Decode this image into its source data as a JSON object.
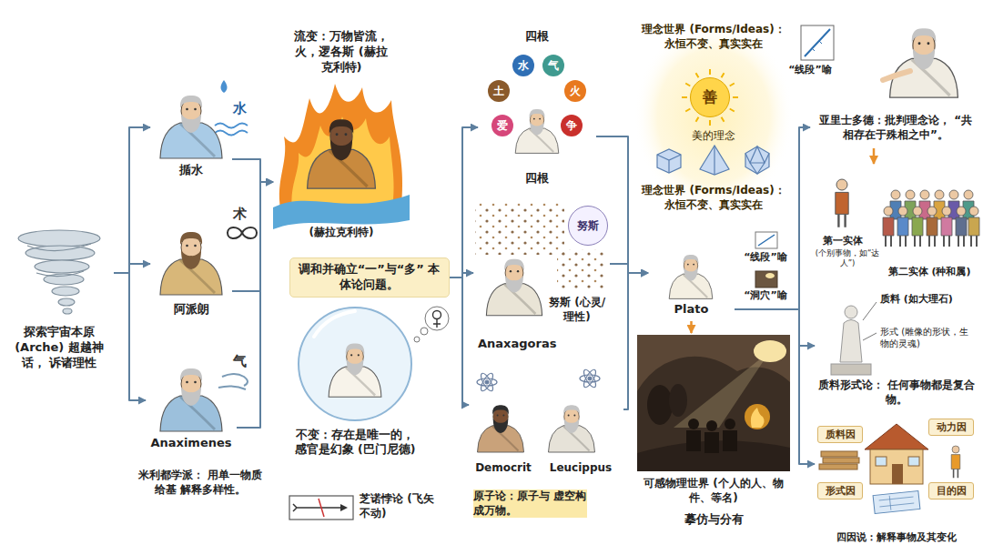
{
  "diagram": {
    "nodes": [
      {
        "text": [
          "探索宇宙本原 (Arche) 超越神话， 诉诸理性"
        ]
      },
      {
        "text": [
          "揗水"
        ]
      },
      {
        "text": [
          "阿派朗"
        ]
      },
      {
        "text": [
          "Anaximenes"
        ]
      },
      {
        "text": [
          "流变：万物皆流， 火，逻各斯 (赫拉克利特)",
          "(赫拉克利特)"
        ]
      },
      {
        "text": [
          "调和并确立“一”与“多” 本体论问题。"
        ]
      },
      {
        "text": [
          "不变：存在是唯一的， 感官是幻象 (巴门尼德)"
        ]
      },
      {
        "text": [
          "芝诺悖论 (飞矢不动)"
        ]
      },
      {
        "text": [
          "四根",
          "四根"
        ]
      },
      {
        "text": [
          "水"
        ],
        "in": 8
      },
      {
        "text": [
          "气"
        ],
        "in": 8
      },
      {
        "text": [
          "火"
        ],
        "in": 8
      },
      {
        "text": [
          "争"
        ],
        "in": 8
      },
      {
        "text": [
          "爱"
        ],
        "in": 8
      },
      {
        "text": [
          "土"
        ],
        "in": 8
      },
      {
        "text": [
          "努斯 (心灵/理性)",
          "Anaxagoras"
        ]
      },
      {
        "text": [
          "努斯"
        ],
        "in": 15
      },
      {
        "text": [
          "Democrit",
          "Leucippus",
          "原子论：原子与 虚空构成万物。"
        ]
      },
      {
        "text": [
          "理念世界 (Forms/Ideas)： 永恒不变、真实实在",
          "美的理念",
          "理念世界 (Forms/Ideas)： 永恒不变、真实实在"
        ]
      },
      {
        "text": [
          "善"
        ],
        "in": 18
      },
      {
        "text": [
          "Plato"
        ]
      },
      {
        "text": [
          "可感物理世界 (个人的人、物件、等名)",
          "摹仿与分有"
        ]
      },
      {
        "text": [
          "亚里士多德：批判理念论， “共相存在于殊相之中”。"
        ]
      },
      {
        "text": [
          "第一实体",
          "(个别事物，如“达人”)",
          "第二实体 (种和属)"
        ]
      },
      {
        "text": [
          "质料 (如大理石)",
          "形式 (雕像的形状，生物的灵魂)",
          "质料形式论： 任何事物都是复合物。"
        ]
      },
      {
        "text": [
          "四因说：解释事物及其变化"
        ]
      },
      {
        "text": [
          "质料因"
        ],
        "in": 25
      },
      {
        "text": [
          "动力因"
        ],
        "in": 25
      },
      {
        "text": [
          "形式因"
        ],
        "in": 25
      },
      {
        "text": [
          "目的因"
        ],
        "in": 25
      }
    ],
    "edges": [
      {
        "from": 0,
        "to": 1,
        "arrow": "to"
      },
      {
        "from": 0,
        "to": 2,
        "arrow": "to"
      },
      {
        "from": 0,
        "to": 3,
        "arrow": "to"
      },
      {
        "from": 1,
        "to": 4,
        "arrow": "to"
      },
      {
        "from": 2,
        "to": 4,
        "arrow": "to"
      },
      {
        "from": 3,
        "to": 4,
        "arrow": "to"
      },
      {
        "from": 5,
        "to": 8,
        "arrow": "to"
      },
      {
        "from": 5,
        "to": 15,
        "arrow": "to"
      },
      {
        "from": 5,
        "to": 17,
        "arrow": "to"
      },
      {
        "from": 8,
        "to": 20,
        "arrow": "to"
      },
      {
        "from": 15,
        "to": 20,
        "arrow": "to"
      },
      {
        "from": 17,
        "to": 20,
        "arrow": "to"
      },
      {
        "from": 20,
        "to": 21,
        "arrow": "to"
      },
      {
        "from": 20,
        "to": 22,
        "arrow": "to"
      },
      {
        "from": 20,
        "to": 24,
        "arrow": "to"
      },
      {
        "from": 20,
        "to": 25,
        "arrow": "to"
      },
      {
        "from": 22,
        "to": 23,
        "arrow": "to"
      }
    ],
    "labels": [
      "水",
      "术",
      "气",
      "米利都学派： 用单一物质给基 解释多样性。",
      "“线段”喻",
      "“线段”喻",
      "“洞穴”喻"
    ]
  }
}
